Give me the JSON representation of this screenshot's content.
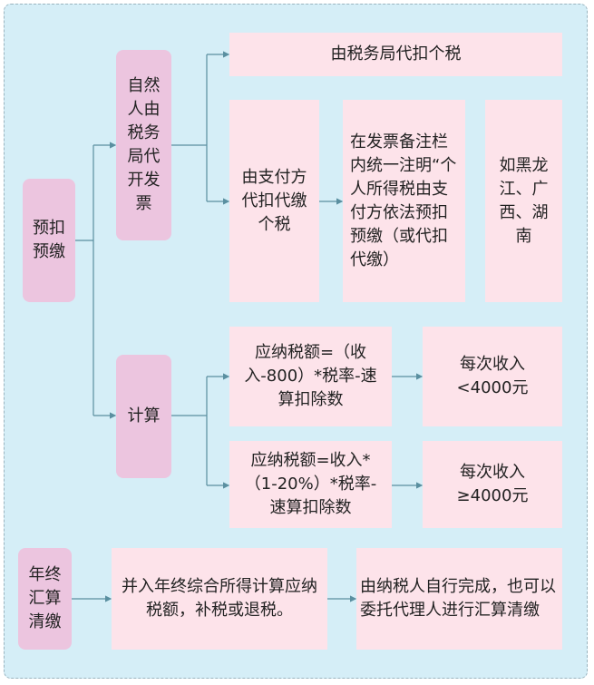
{
  "colors": {
    "background": "#d5eef7",
    "main_node": "#ecc5df",
    "leaf_node": "#fde3ea",
    "connector": "#5a8fa0"
  },
  "nodes": {
    "prepay": "预扣预缴",
    "natural_person": "自然人由税务局代开发票",
    "tax_bureau_withhold": "由税务局代扣个税",
    "payer_withhold": "由支付方代扣代缴个税",
    "invoice_note": "在发票备注栏内统一注明“个人所得税由支付方依法预扣预缴（或代扣代缴）",
    "provinces": "如黑龙江、广西、湖南",
    "calculate": "计算",
    "formula_low": "应纳税额=（收入-800）*税率-速算扣除数",
    "condition_low": "每次收入<4000元",
    "formula_high": "应纳税额=收入*（1-20%）*税率-速算扣除数",
    "condition_high": "每次收入≥4000元",
    "annual": "年终汇算清缴",
    "annual_merge": "并入年终综合所得计算应纳税额，补税或退税。",
    "annual_self": "由纳税人自行完成，也可以委托代理人进行汇算清缴"
  }
}
